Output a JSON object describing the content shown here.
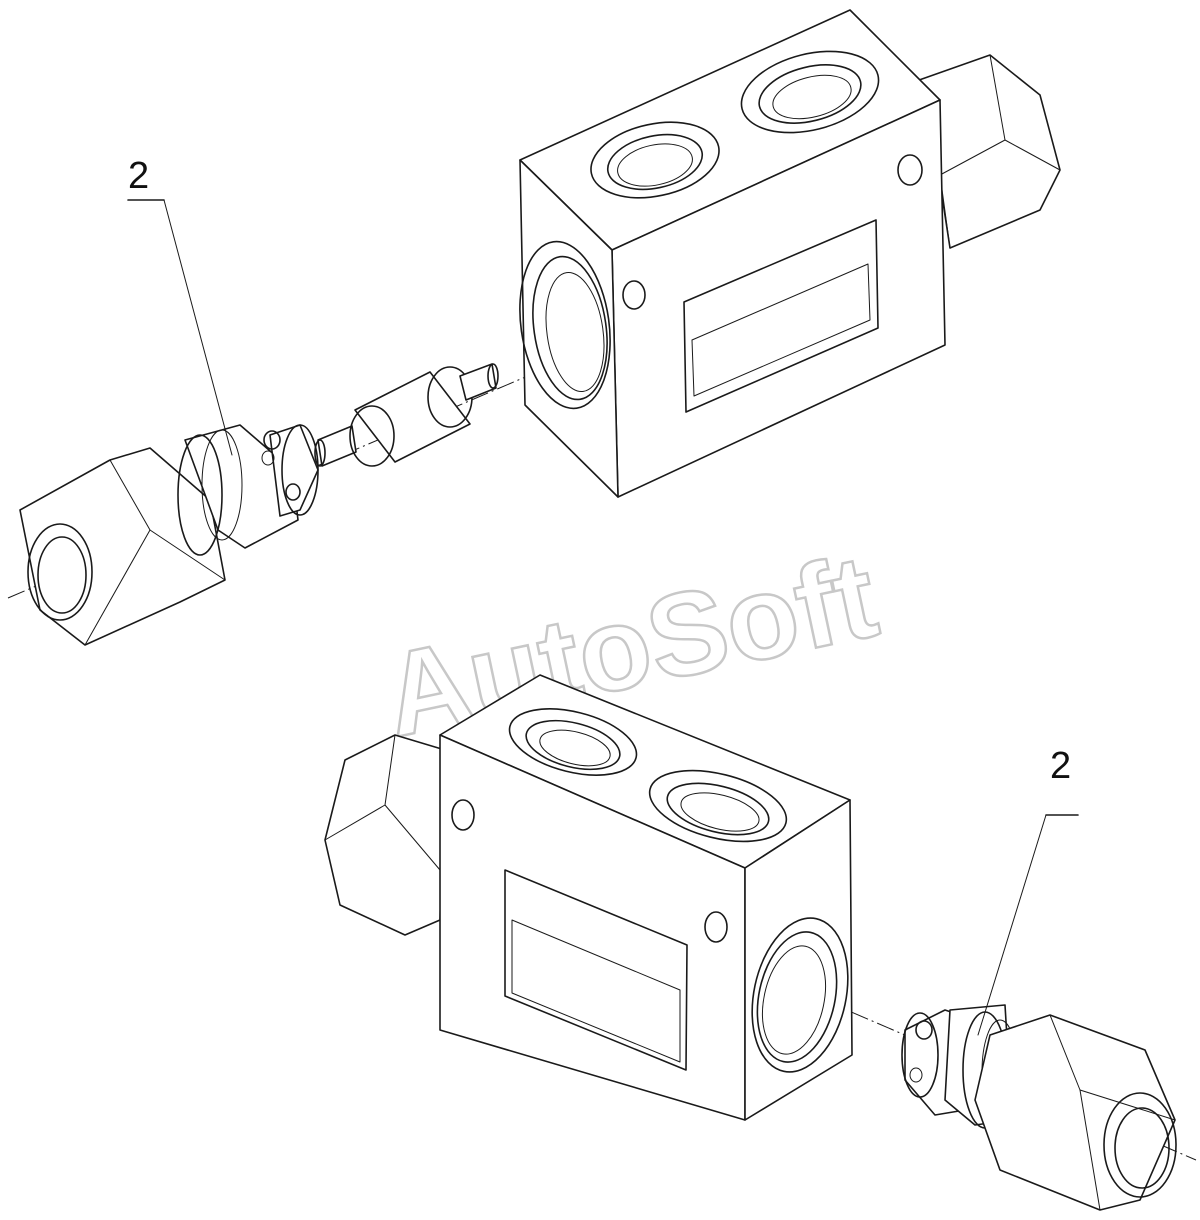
{
  "callouts": [
    {
      "label": "2"
    },
    {
      "label": "2"
    }
  ],
  "watermark": {
    "text": "AutoSoft",
    "color": "#c8c8c8"
  },
  "colors": {
    "line": "#1a1a1a",
    "background": "#ffffff"
  }
}
